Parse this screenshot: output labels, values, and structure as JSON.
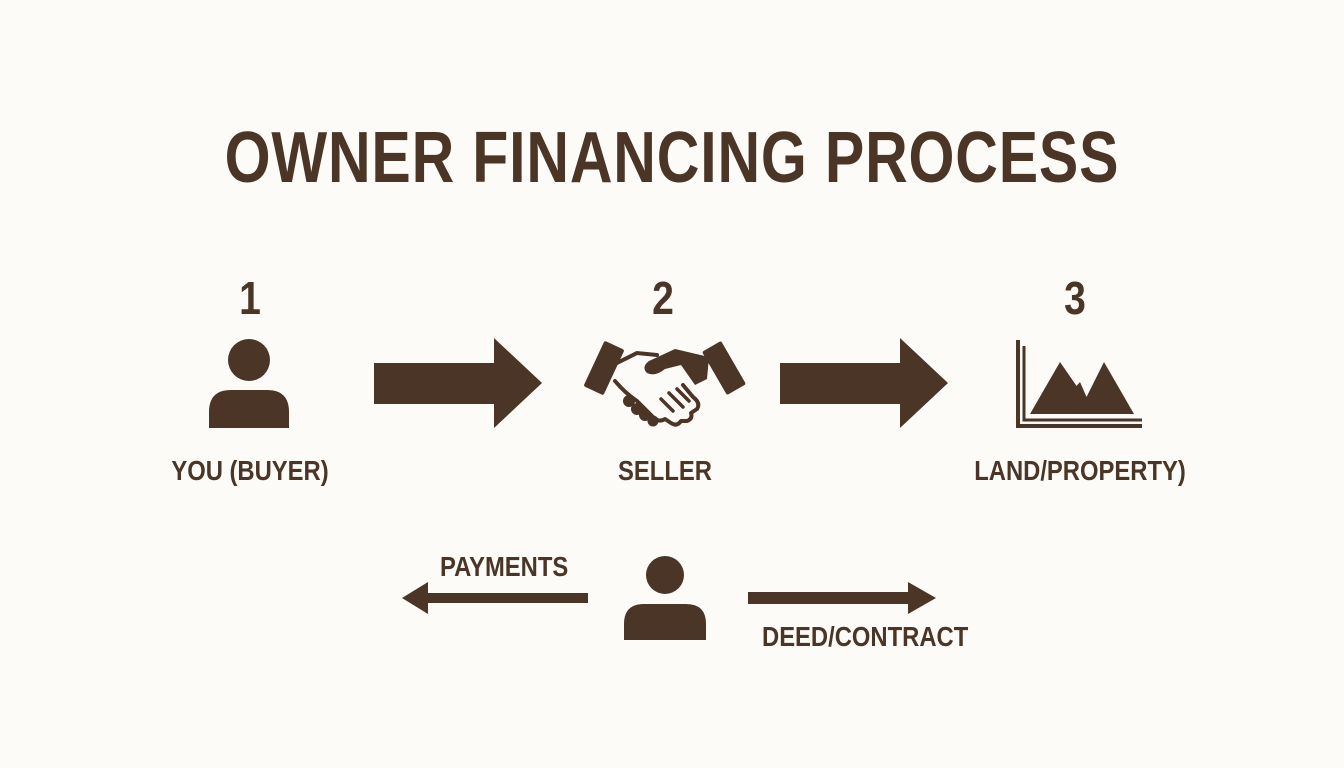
{
  "title": "OWNER FINANCING PROCESS",
  "steps": [
    {
      "number": "1",
      "label": "YOU (BUYER)",
      "icon": "person-icon"
    },
    {
      "number": "2",
      "label": "SELLER",
      "icon": "handshake-icon"
    },
    {
      "number": "3",
      "label": "LAND/PROPERTY)",
      "icon": "land-icon"
    }
  ],
  "flow": {
    "left_label": "PAYMENTS",
    "right_label": "DEED/CONTRACT",
    "center_icon": "person-icon"
  },
  "colors": {
    "ink": "#4a3526",
    "background": "#fcfbf8"
  }
}
